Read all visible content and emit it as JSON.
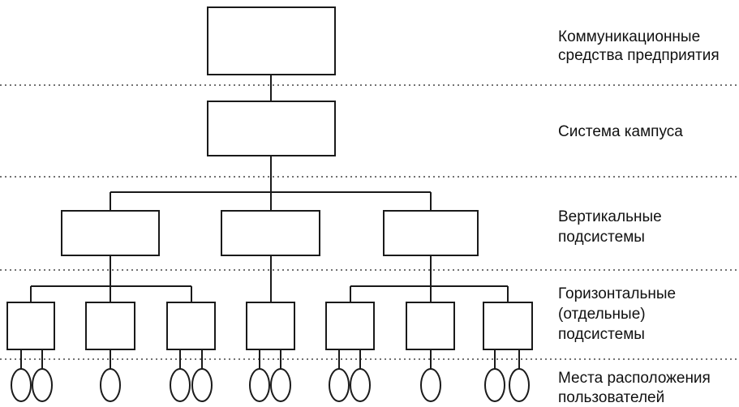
{
  "levels": [
    {
      "id": "enterprise",
      "label_lines": [
        "Коммуникационные",
        "средства предприятия"
      ]
    },
    {
      "id": "campus",
      "label_lines": [
        "Система кампуса"
      ]
    },
    {
      "id": "vertical",
      "label_lines": [
        "Вертикальные",
        "подсистемы"
      ]
    },
    {
      "id": "horizontal",
      "label_lines": [
        "Горизонтальные",
        "(отдельные)",
        "подсистемы"
      ]
    },
    {
      "id": "user-locations",
      "label_lines": [
        "Места расположения",
        "пользователей"
      ]
    }
  ],
  "colors": {
    "ink": "#1a1a1a",
    "divider": "#444444",
    "background": "#ffffff"
  }
}
